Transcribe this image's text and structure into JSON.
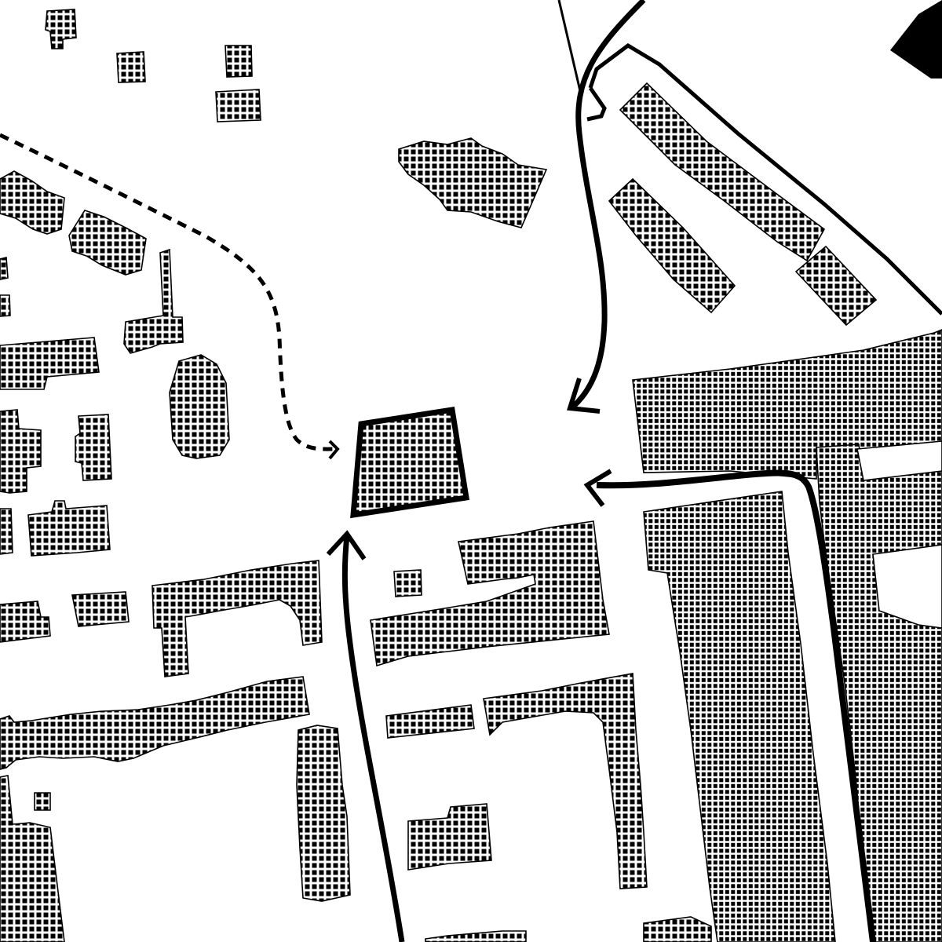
{
  "map": {
    "kind": "figure-ground site plan",
    "colors": {
      "ink": "#000000",
      "paper": "#ffffff"
    },
    "building_fill": "dot-grid",
    "target_outline": "thick",
    "routes": [
      {
        "id": "route-north",
        "style": "solid"
      },
      {
        "id": "route-east",
        "style": "solid"
      },
      {
        "id": "route-south",
        "style": "solid"
      },
      {
        "id": "route-northwest",
        "style": "dashed"
      }
    ]
  }
}
